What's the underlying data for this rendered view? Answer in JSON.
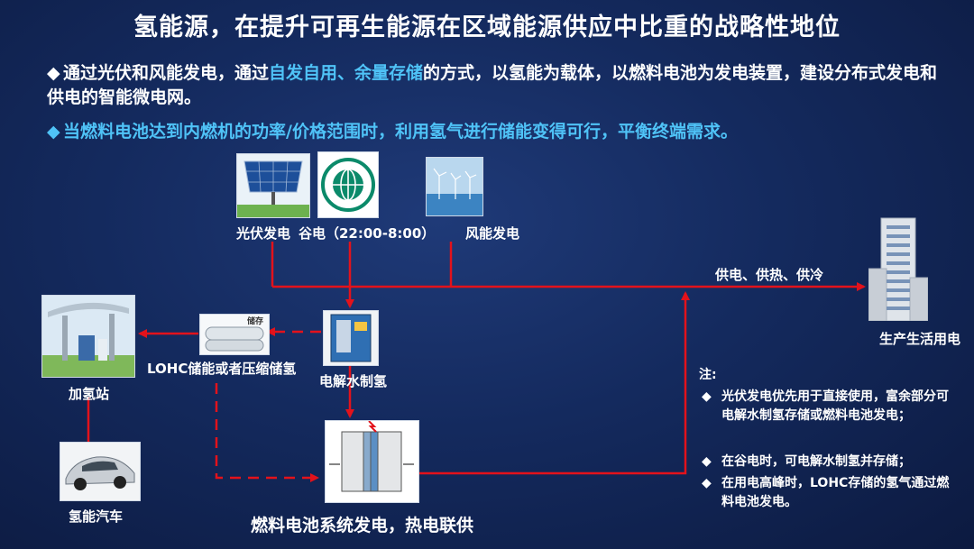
{
  "title": "氢能源，在提升可再生能源在区域能源供应中比重的战略性地位",
  "bullets": {
    "b1_pre": "通过光伏和风能发电，通过",
    "b1_hl": "自发自用、余量存储",
    "b1_post": "的方式，以氢能为载体，以燃料电池为发电装置，建设分布式发电和供电的智能微电网。",
    "b2": "当燃料电池达到内燃机的功率/价格范围时，利用氢气进行储能变得可行，平衡终端需求。"
  },
  "labels": {
    "pv": "光伏发电",
    "valley": "谷电（22:00-8:00）",
    "wind": "风能发电",
    "supply": "供电、供热、供冷",
    "consumer": "生产生活用电",
    "storage": "LOHC储能或者压缩储氢",
    "storage_tag": "储存",
    "electrolysis": "电解水制氢",
    "station": "加氢站",
    "car": "氢能汽车",
    "fuelcell": "燃料电池系统发电，热电联供"
  },
  "notes": {
    "title": "注:",
    "items": [
      "光伏发电优先用于直接使用，富余部分可电解水制氢存储或燃料电池发电；",
      "在谷电时，可电解水制氢并存储；",
      "在用电高峰时，LOHC存储的氢气通过燃料电池发电。"
    ]
  },
  "colors": {
    "line": "#e3121b",
    "highlight": "#4fc3f7",
    "background": "#142a5e"
  }
}
